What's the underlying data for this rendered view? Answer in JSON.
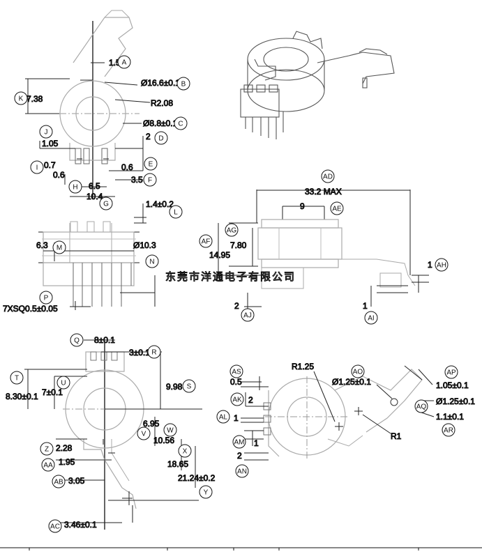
{
  "dimensions": {
    "d_1_56": "1.56",
    "d_7_38": "7.38",
    "d_16_6": "Ø16.6±0.1",
    "d_r2_08": "R2.08",
    "d_8_8": "Ø8.8±0.1",
    "d_1_05": "1.05",
    "d_0_7": "0.7",
    "d_0_6a": "0.6",
    "d_0_6b": "0.6",
    "d_2": "2",
    "d_6_5": "6.5",
    "d_3_5": "3.5",
    "d_10_4": "10.4",
    "d_1_4": "1.4±0.2",
    "d_6_3": "6.3",
    "d_10_3": "Ø10.3",
    "d_7xsq": "7XSQ0.5±0.05",
    "d_33_2": "33.2 MAX",
    "d_9": "9",
    "d_7_80": "7.80",
    "d_14_95": "14.95",
    "d_1_ah": "1",
    "d_1_ai": "1",
    "d_2_aj": "2",
    "d_8": "8±0.1",
    "d_3": "3±0.1",
    "d_8_30": "8.30±0.1",
    "d_7": "7±0.1",
    "d_9_98": "9.98",
    "d_6_95": "6.95",
    "d_10_56": "10.56",
    "d_2_28": "2.28",
    "d_1_95": "1.95",
    "d_18_65": "18.65",
    "d_3_05": "3.05",
    "d_21_24": "21.24±0.2",
    "d_3_46": "3.46±0.1",
    "d_r1_25": "R1.25",
    "d_1_25a": "Ø1.25±0.1",
    "d_1_25b": "Ø1.25±0.1",
    "d_1_05b": "1.05±0.1",
    "d_1_1": "1.1±0.1",
    "d_r1": "R1",
    "d_0_5": "0.5",
    "d_2_ak": "2",
    "d_1_al": "1",
    "d_1_am": "1",
    "d_2_an": "2"
  },
  "tags": {
    "A": "A",
    "B": "B",
    "C": "C",
    "D": "D",
    "E": "E",
    "F": "F",
    "G": "G",
    "H": "H",
    "I": "I",
    "J": "J",
    "K": "K",
    "L": "L",
    "M": "M",
    "N": "N",
    "P": "P",
    "Q": "Q",
    "R": "R",
    "S": "S",
    "T": "T",
    "U": "U",
    "V": "V",
    "W": "W",
    "X": "X",
    "Y": "Y",
    "Z": "Z",
    "AA": "AA",
    "AB": "AB",
    "AC": "AC",
    "AD": "AD",
    "AE": "AE",
    "AF": "AF",
    "AG": "AG",
    "AH": "AH",
    "AI": "AI",
    "AJ": "AJ",
    "AK": "AK",
    "AL": "AL",
    "AM": "AM",
    "AN": "AN",
    "AO": "AO",
    "AP": "AP",
    "AQ": "AQ",
    "AR": "AR",
    "AS": "AS"
  },
  "watermark": "东莞市洋通电子有限公司"
}
